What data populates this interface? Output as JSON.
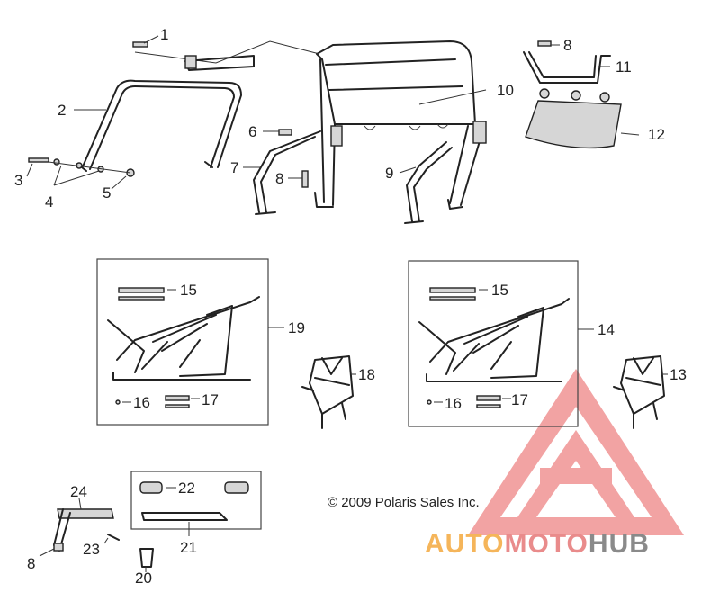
{
  "copyright": "© 2009 Polaris Sales Inc.",
  "watermark": {
    "part1": "AUTO",
    "part2": "MOTO",
    "part3": "HUB",
    "color_auto": "#f5b55a",
    "color_moto": "#e98b8b",
    "color_hub": "#8a8a8a",
    "logo_color": "#f2a3a3"
  },
  "callouts": {
    "c1": "1",
    "c2": "2",
    "c3": "3",
    "c4": "4",
    "c5": "5",
    "c6": "6",
    "c7": "7",
    "c8a": "8",
    "c8b": "8",
    "c8c": "8",
    "c9": "9",
    "c10": "10",
    "c11": "11",
    "c12": "12",
    "c13": "13",
    "c14": "14",
    "c15a": "15",
    "c15b": "15",
    "c16a": "16",
    "c16b": "16",
    "c17a": "17",
    "c17b": "17",
    "c18": "18",
    "c19": "19",
    "c20": "20",
    "c21": "21",
    "c22": "22",
    "c23": "23",
    "c24": "24"
  }
}
